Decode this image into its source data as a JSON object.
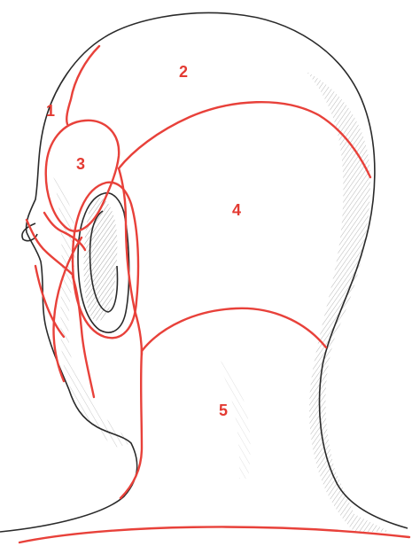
{
  "diagram": {
    "regions": [
      {
        "id": "region-1",
        "label": "1"
      },
      {
        "id": "region-2",
        "label": "2"
      },
      {
        "id": "region-3",
        "label": "3"
      },
      {
        "id": "region-4",
        "label": "4"
      },
      {
        "id": "region-5",
        "label": "5"
      }
    ],
    "colors": {
      "boundary": "#e8413a",
      "outline": "#2a2a2a",
      "label": "#e33a32",
      "shading": "#8a8a8a"
    }
  }
}
